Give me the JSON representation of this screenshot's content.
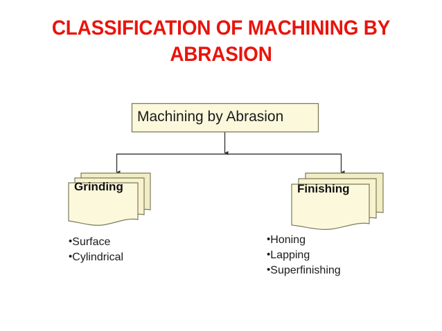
{
  "slide": {
    "background_color": "#ffffff",
    "title": {
      "line1": "CLASSIFICATION OF MACHINING BY",
      "line2": "ABRASION",
      "full": "CLASSIFICATION OF MACHINING BY\nABRASION",
      "color": "#E8140C"
    },
    "diagram": {
      "type": "tree",
      "colors": {
        "node_fill": "#FBF8DC",
        "node_fill_back": "#F3EDC3",
        "node_stroke": "#7A7A5C",
        "connector": "#3a3a3a"
      },
      "root": {
        "label": "Machining by Abrasion",
        "shape": "rectangle"
      },
      "branches": [
        {
          "label": "Grinding",
          "shape": "multi-document-stack",
          "items": [
            "Surface",
            "Cylindrical"
          ]
        },
        {
          "label": "Finishing",
          "shape": "multi-document-stack",
          "items": [
            "Honing",
            "Lapping",
            "Superfinishing"
          ]
        }
      ]
    },
    "lists": {
      "grinding": {
        "bullet_char": "•",
        "items": [
          "Surface",
          "Cylindrical"
        ]
      },
      "finishing": {
        "bullet_char": "•",
        "items": [
          "Honing",
          "Lapping",
          "Superfinishing"
        ]
      }
    }
  }
}
